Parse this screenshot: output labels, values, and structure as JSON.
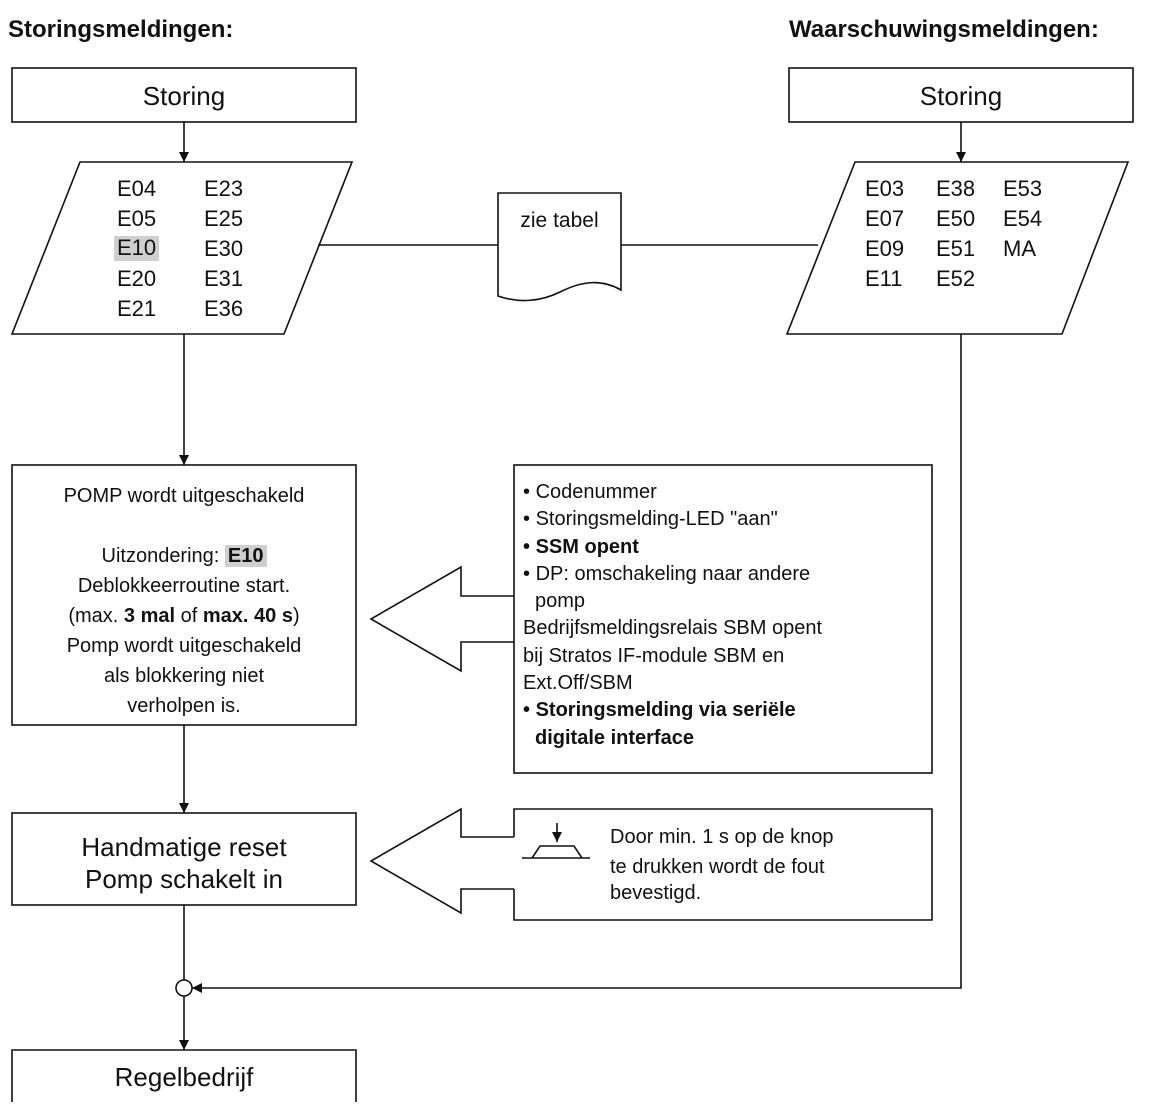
{
  "headings": {
    "left": "Storingsmeldingen:",
    "right": "Waarschuwingsmeldingen:"
  },
  "left_flow": {
    "start_box": "Storing",
    "codes": [
      "E04",
      "E23",
      "E05",
      "E25",
      "E10",
      "E30",
      "E20",
      "E31",
      "E21",
      "E36"
    ],
    "highlighted_code": "E10",
    "pump_box": {
      "line1": "POMP wordt uitgeschakeld",
      "exception_label": "Uitzondering: ",
      "exception_code": "E10",
      "line3": "Deblokkeerroutine start.",
      "line4_pre": "(max. ",
      "line4_b1": "3 mal",
      "line4_mid": " of ",
      "line4_b2": "max. 40 s",
      "line4_post": ")",
      "line5": "Pomp wordt uitgeschakeld",
      "line6": "als blokkering niet",
      "line7": "verholpen is."
    },
    "reset_box": {
      "line1": "Handmatige reset",
      "line2": "Pomp schakelt in"
    },
    "end_box": "Regelbedrijf"
  },
  "right_flow": {
    "start_box": "Storing",
    "codes": [
      "E03",
      "E38",
      "E53",
      "E07",
      "E50",
      "E54",
      "E09",
      "E51",
      "MA",
      "E11",
      "E52"
    ]
  },
  "document": {
    "label": "zie tabel"
  },
  "info_box": {
    "item1": "Codenummer",
    "item2": "Storingsmelding-LED \"aan\"",
    "item3": "SSM opent",
    "item4_line1": "DP: omschakeling naar andere",
    "item4_line2": "pomp",
    "para_line1": "Bedrijfsmeldingsrelais SBM opent",
    "para_line2": "bij Stratos IF-module SBM en",
    "para_line3": "Ext.Off/SBM",
    "item5_line1": "Storingsmelding via seriële",
    "item5_line2": "digitale interface",
    "bullet": "•"
  },
  "reset_hint": {
    "line1": "Door min. 1 s op de knop",
    "line2": "te drukken wordt de fout",
    "line3": "bevestigd."
  }
}
